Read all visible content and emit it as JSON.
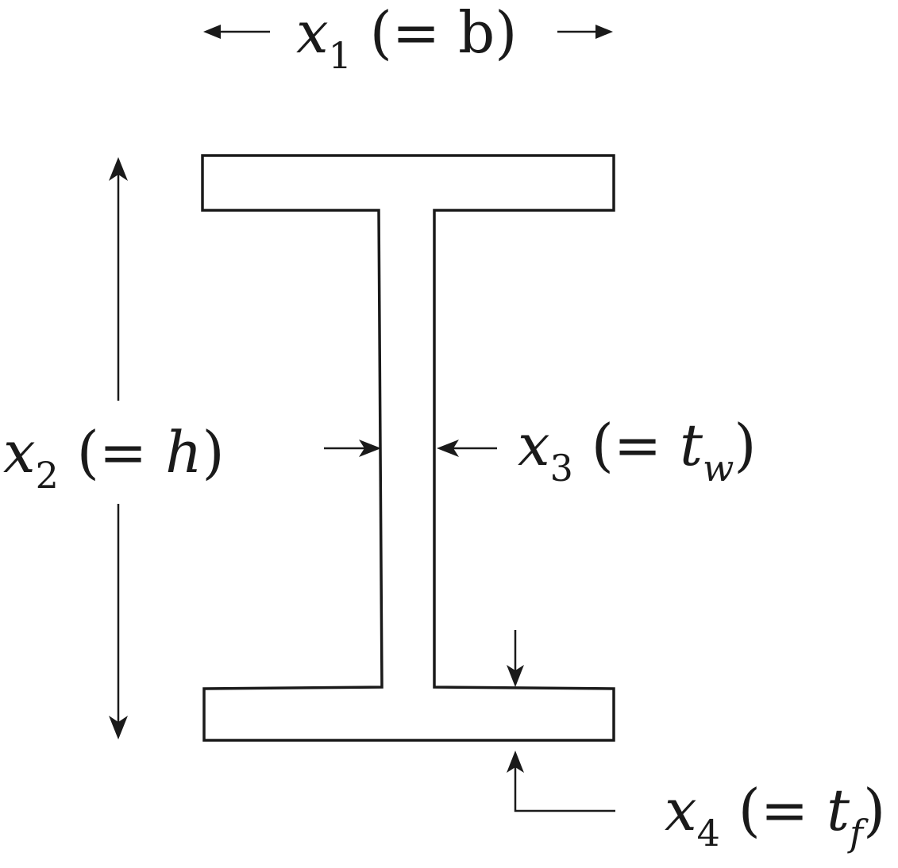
{
  "labels": {
    "width": {
      "var": "x",
      "sub": "1",
      "open": " (= ",
      "sym": "b",
      "symsub": "",
      "close": ")"
    },
    "height": {
      "var": "x",
      "sub": "2",
      "open": " (= ",
      "sym": "h",
      "symsub": "",
      "close": ")"
    },
    "web": {
      "var": "x",
      "sub": "3",
      "open": " (= ",
      "sym": "t",
      "symsub": "w",
      "close": ")"
    },
    "flange": {
      "var": "x",
      "sub": "4",
      "open": " (= ",
      "sym": "t",
      "symsub": "f",
      "close": ")"
    }
  }
}
